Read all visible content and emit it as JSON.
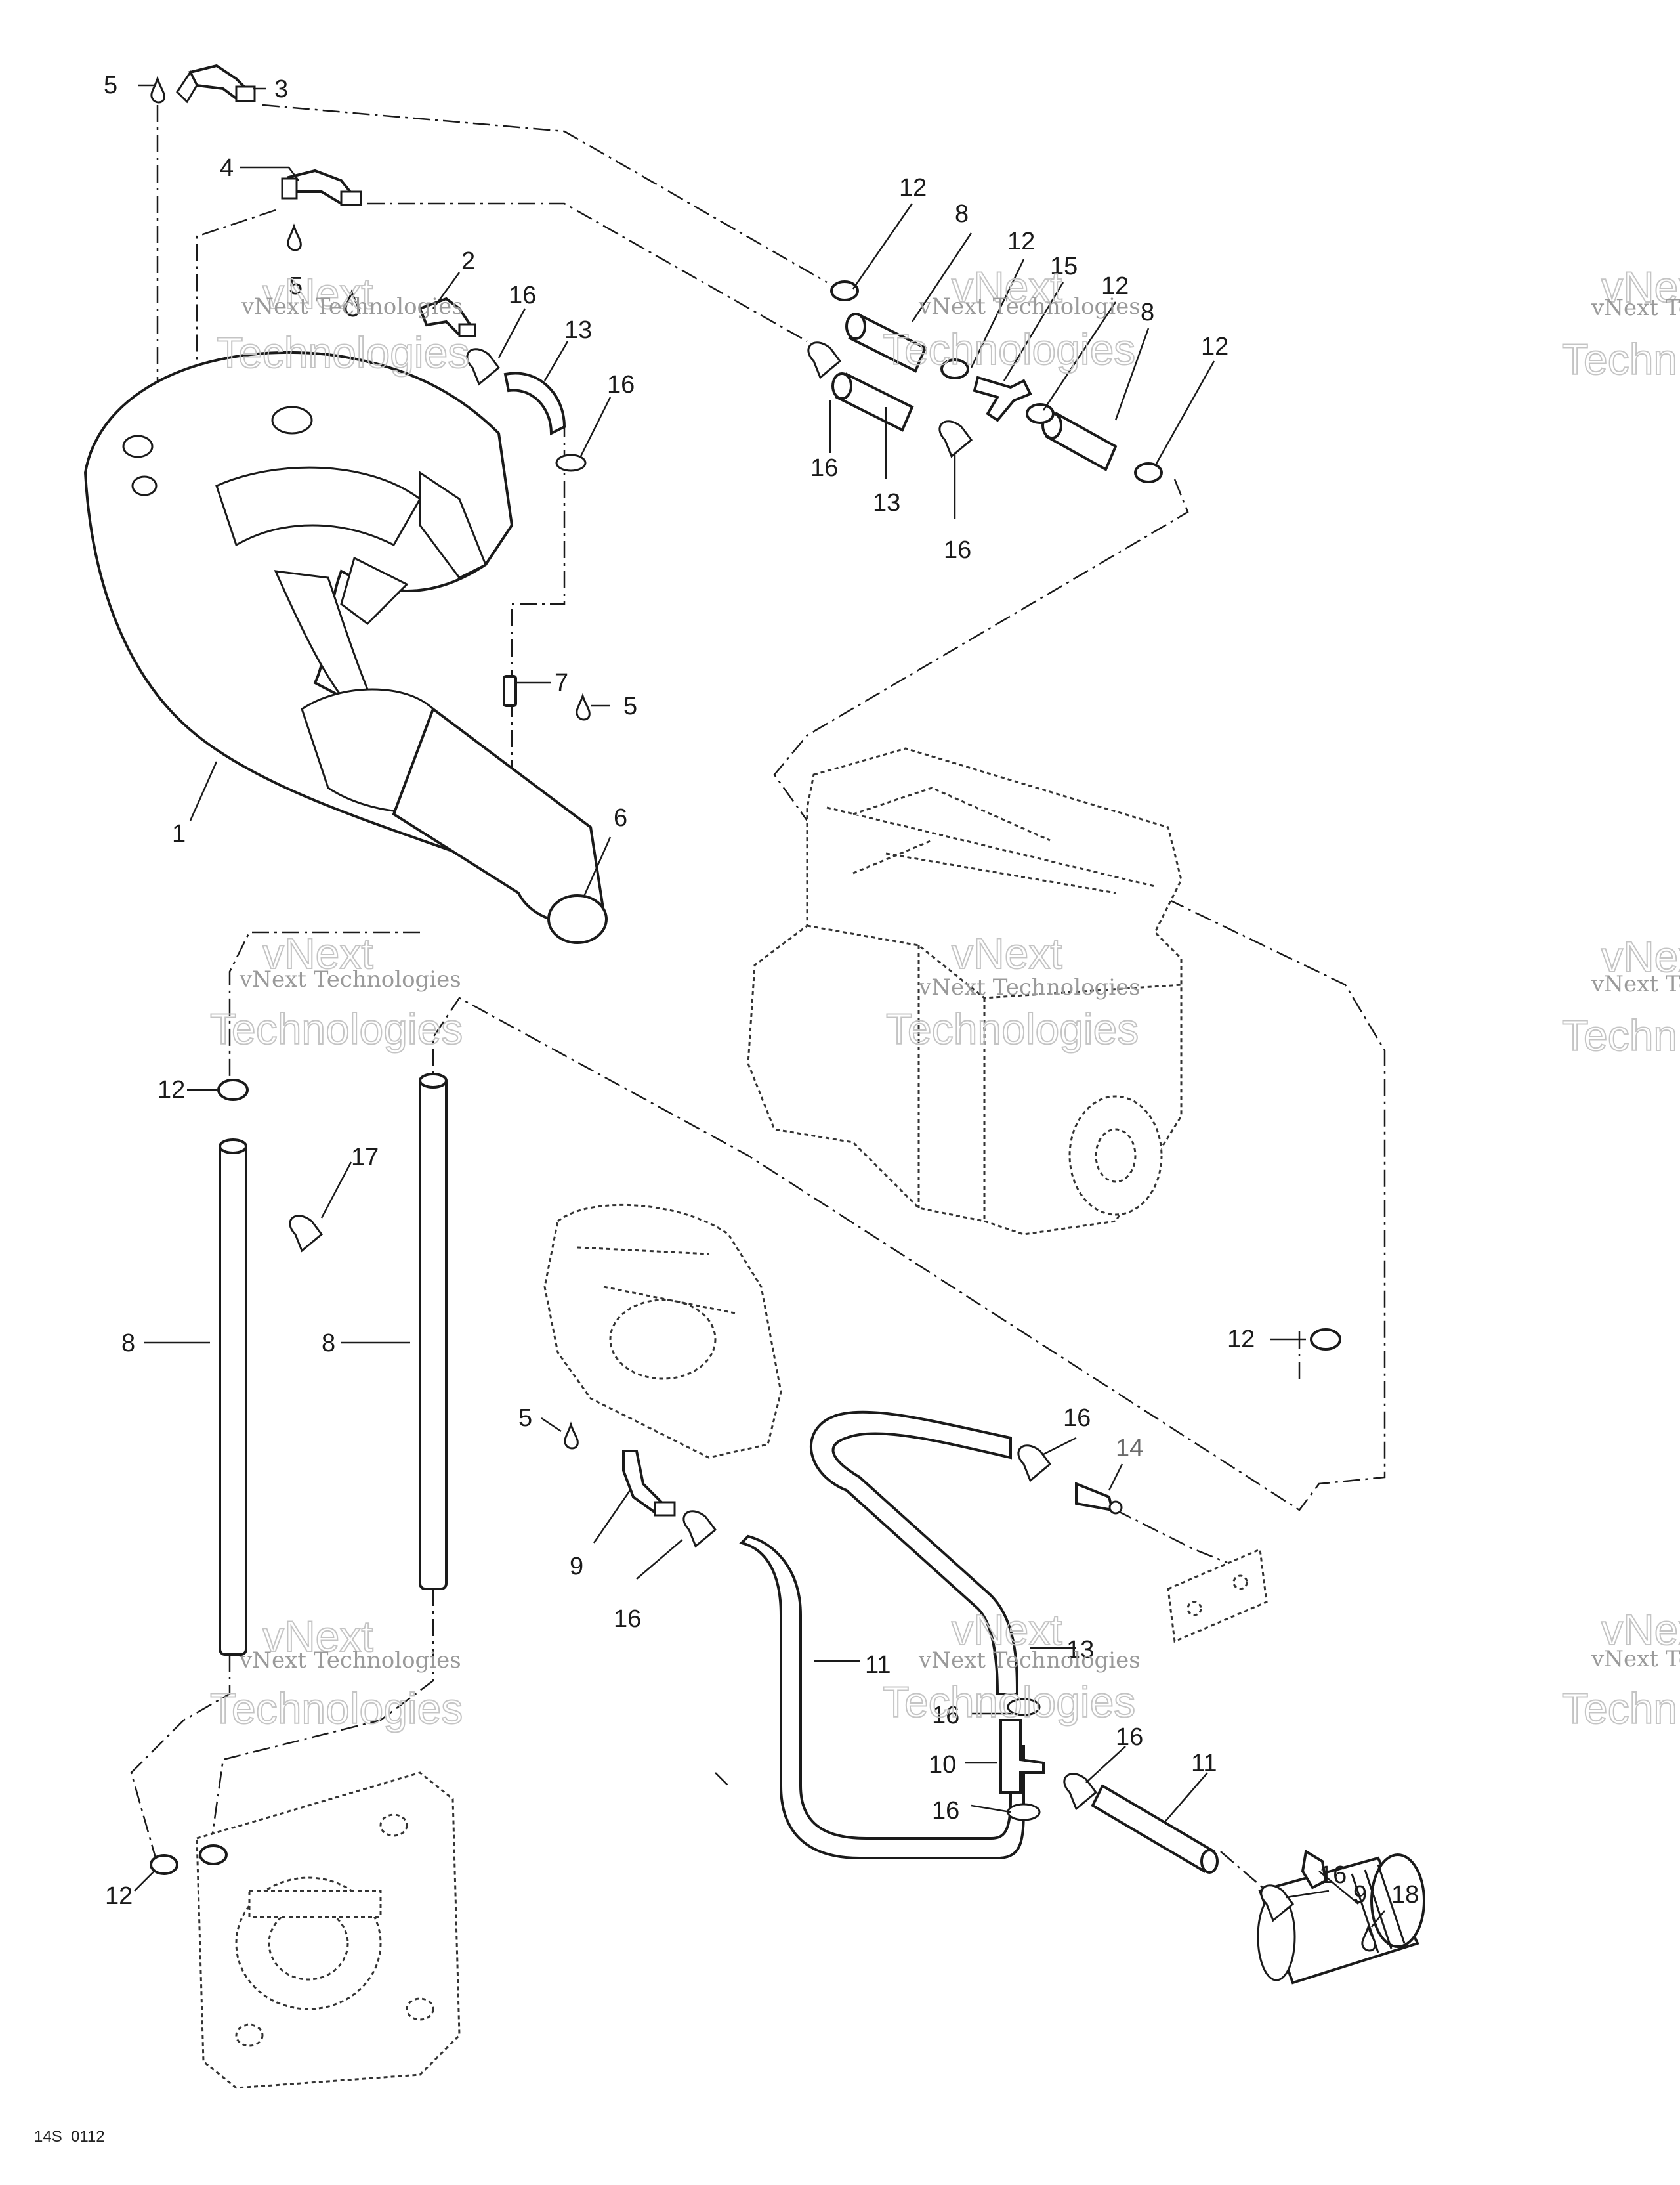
{
  "callouts": {
    "c1": "1",
    "c2": "2",
    "c3": "3",
    "c4": "4",
    "c5": "5",
    "c6": "6",
    "c7": "7",
    "c8": "8",
    "c9": "9",
    "c10": "10",
    "c11": "11",
    "c12": "12",
    "c13": "13",
    "c14": "14",
    "c15": "15",
    "c16": "16",
    "c17": "17",
    "c18": "18",
    "c5_top": "5",
    "c5_mid": "5",
    "c5_low": "5",
    "c5_alt": "5",
    "c8_top1": "8",
    "c8_top2": "8",
    "c8_left1": "8",
    "c8_left2": "8",
    "c9_low": "9",
    "c11_low": "11",
    "c12_a": "12",
    "c12_b": "12",
    "c12_c": "12",
    "c12_d": "12",
    "c12_e": "12",
    "c12_f": "12",
    "c12_g": "12",
    "c13_a": "13",
    "c13_b": "13",
    "c13_c": "13",
    "c16_a": "16",
    "c16_b": "16",
    "c16_c": "16",
    "c16_d": "16",
    "c16_e": "16",
    "c16_f": "16",
    "c16_g": "16",
    "c16_h": "16",
    "c16_i": "16",
    "c16_j": "16"
  },
  "watermark": {
    "vnext": "vNext",
    "company": "vNext Technologies",
    "technologies": "Technologies",
    "edge_company": "vNext Te",
    "edge_tech": "Techn"
  },
  "drawing_code": "14S",
  "drawing_number": "0112"
}
